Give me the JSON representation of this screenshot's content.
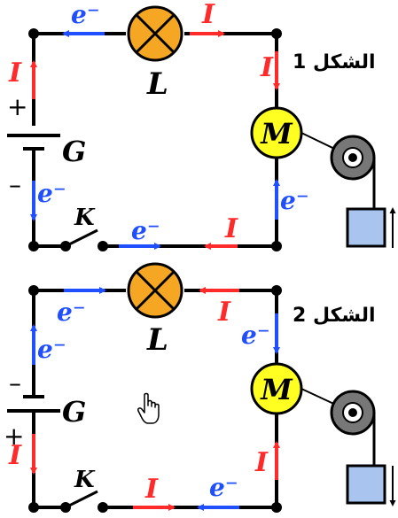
{
  "figures": [
    {
      "title": "الشكل 1",
      "battery_plus": "+",
      "battery_minus": "–",
      "battery_name": "G",
      "lamp_name": "L",
      "motor_name": "M",
      "switch_name": "K",
      "current_symbol": "I",
      "electron_symbol": "e⁻",
      "load_direction": "up"
    },
    {
      "title": "الشكل 2",
      "battery_plus": "+",
      "battery_minus": "–",
      "battery_name": "G",
      "lamp_name": "L",
      "motor_name": "M",
      "switch_name": "K",
      "current_symbol": "I",
      "electron_symbol": "e⁻",
      "load_direction": "down"
    }
  ],
  "colors": {
    "current": "#ff2a2a",
    "electron": "#1f4fff",
    "lamp_fill": "#f5a623",
    "motor_fill": "#ffff22",
    "pulley_fill": "#777777",
    "load_fill": "#a8c4ef"
  },
  "cursor_icon": "hand-pointer-icon"
}
